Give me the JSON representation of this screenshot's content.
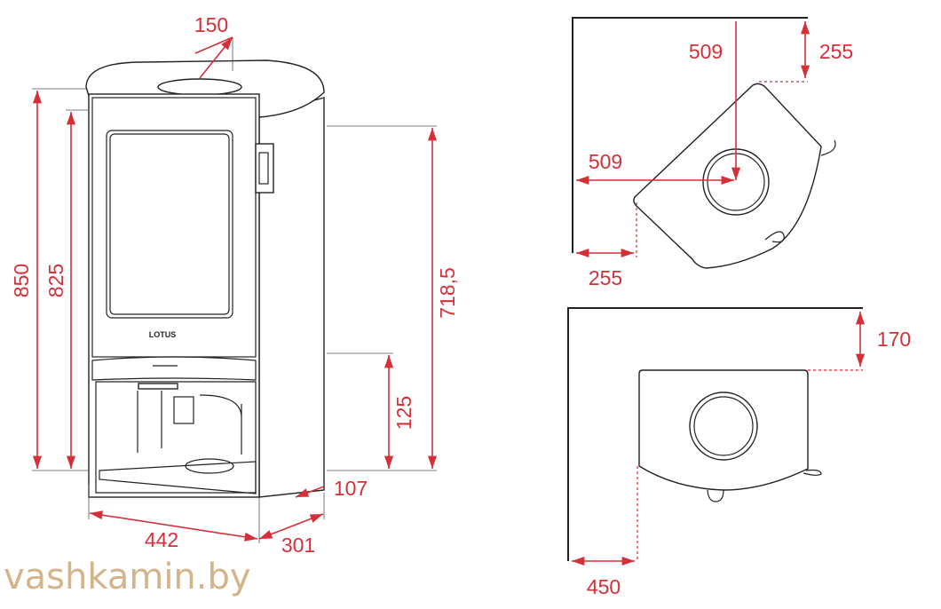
{
  "front_view": {
    "brand_label": "LOTUS",
    "dimensions": {
      "flue_diameter": "150",
      "total_height": "850",
      "body_height": "825",
      "flue_connection_height": "718,5",
      "rear_outlet_height": "125",
      "rear_outlet_offset": "107",
      "width": "442",
      "depth": "301"
    }
  },
  "corner_plan": {
    "wall_distance_top_1": "509",
    "wall_distance_top_2": "255",
    "wall_distance_side_1": "509",
    "wall_distance_side_2": "255"
  },
  "wall_plan": {
    "rear_clearance": "170",
    "side_clearance": "450"
  },
  "watermark": "vashkamin.by",
  "colors": {
    "dimension": "#d3303a",
    "watermark": "#d4b48a",
    "line": "#222222"
  }
}
